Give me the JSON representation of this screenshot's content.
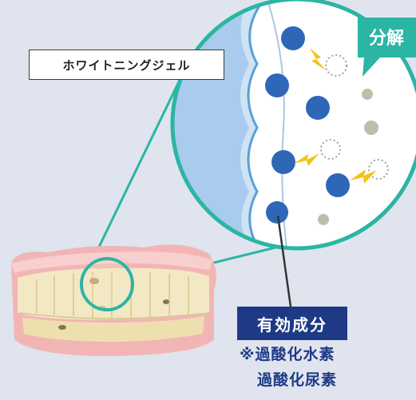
{
  "labels": {
    "whitening_gel": "ホワイトニングジェル",
    "decomposition": "分解",
    "active_ingredient": "有効成分",
    "ingredient_1": "※過酸化水素",
    "ingredient_2": "過酸化尿素"
  },
  "colors": {
    "background": "#dfe4ee",
    "teal": "#2bb5a4",
    "navy": "#1e3a86",
    "molecule_blue": "#2f67b8",
    "gum_pink": "#f2b5b5",
    "tooth_cream": "#f3e8c4",
    "bolt_yellow": "#f0c419"
  }
}
